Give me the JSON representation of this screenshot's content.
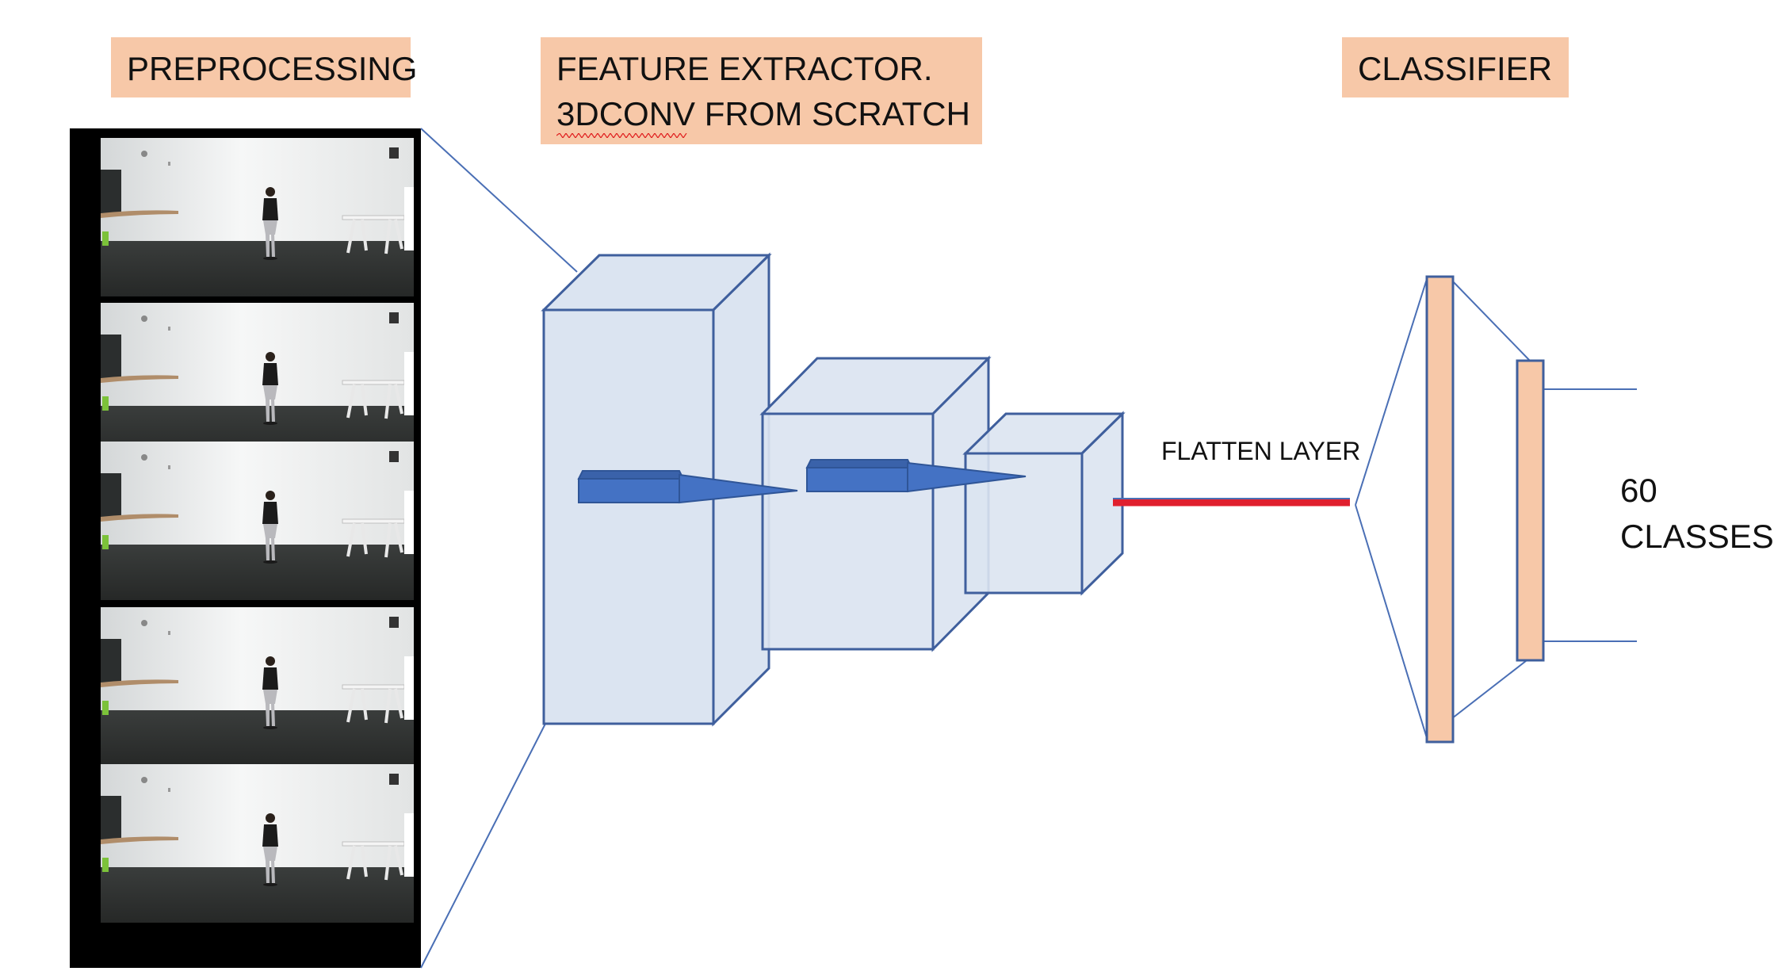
{
  "sections": {
    "preprocessing": "PREPROCESSING",
    "feature_extractor": "FEATURE EXTRACTOR.\n3DCONV FROM SCRATCH",
    "classifier": "CLASSIFIER"
  },
  "flatten_label": "FLATTEN LAYER",
  "output_label": "60\nCLASSES",
  "frames": [
    "frame-1",
    "frame-2",
    "frame-3",
    "frame-4",
    "frame-5"
  ],
  "colors": {
    "label_fill": "#f7c8a8",
    "cube_fill": "#dbe4f1",
    "cube_stroke": "#3f5f9d",
    "arrow_fill": "#4472c4",
    "flatten_red": "#e0202e",
    "dense_fill": "#f7c8a8"
  }
}
